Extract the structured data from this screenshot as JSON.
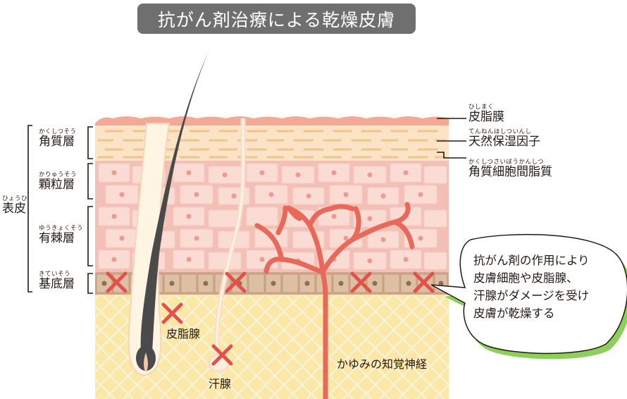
{
  "title": "抗がん剤治療による乾燥皮膚",
  "layers": {
    "hyouhi": {
      "ruby": "ひょうひ",
      "name": "表皮"
    },
    "kakushitsu": {
      "ruby": "かくしつそう",
      "name": "角質層"
    },
    "kaniryuu": {
      "ruby": "かりゅうそう",
      "name": "顆粒層"
    },
    "yuukyoku": {
      "ruby": "ゆうきょくそう",
      "name": "有棘層"
    },
    "kitei": {
      "ruby": "きていそう",
      "name": "基底層"
    }
  },
  "right_labels": {
    "hishimaku": {
      "ruby": "ひしまく",
      "name": "皮脂膜"
    },
    "hoshitsu": {
      "ruby": "てんねんほしついんし",
      "name": "天然保湿因子"
    },
    "saibou": {
      "ruby": "かくしつさいぼうかんしつ",
      "name": "角質細胞間脂質"
    }
  },
  "structures": {
    "sebaceous": "皮脂腺",
    "sweat": "汗腺",
    "nerve": "かゆみの知覚神経"
  },
  "callout": {
    "lines": [
      "抗がん剤の作用により",
      "皮膚細胞や皮脂腺、",
      "汗腺がダメージを受け",
      "皮膚が乾燥する"
    ]
  },
  "colors": {
    "title_bg": "#6f6f6f",
    "stratum_corneum": "#fbe3c4",
    "spinous": "#f3c3ba",
    "cell": "#fbdcd6",
    "basal": "#cfa98a",
    "dermis": "#fbe6a4",
    "nerve": "#e8685a",
    "cross": "#e4504a",
    "hair": "#4a4a4a",
    "callout_shadow": "#8ccf5a"
  }
}
